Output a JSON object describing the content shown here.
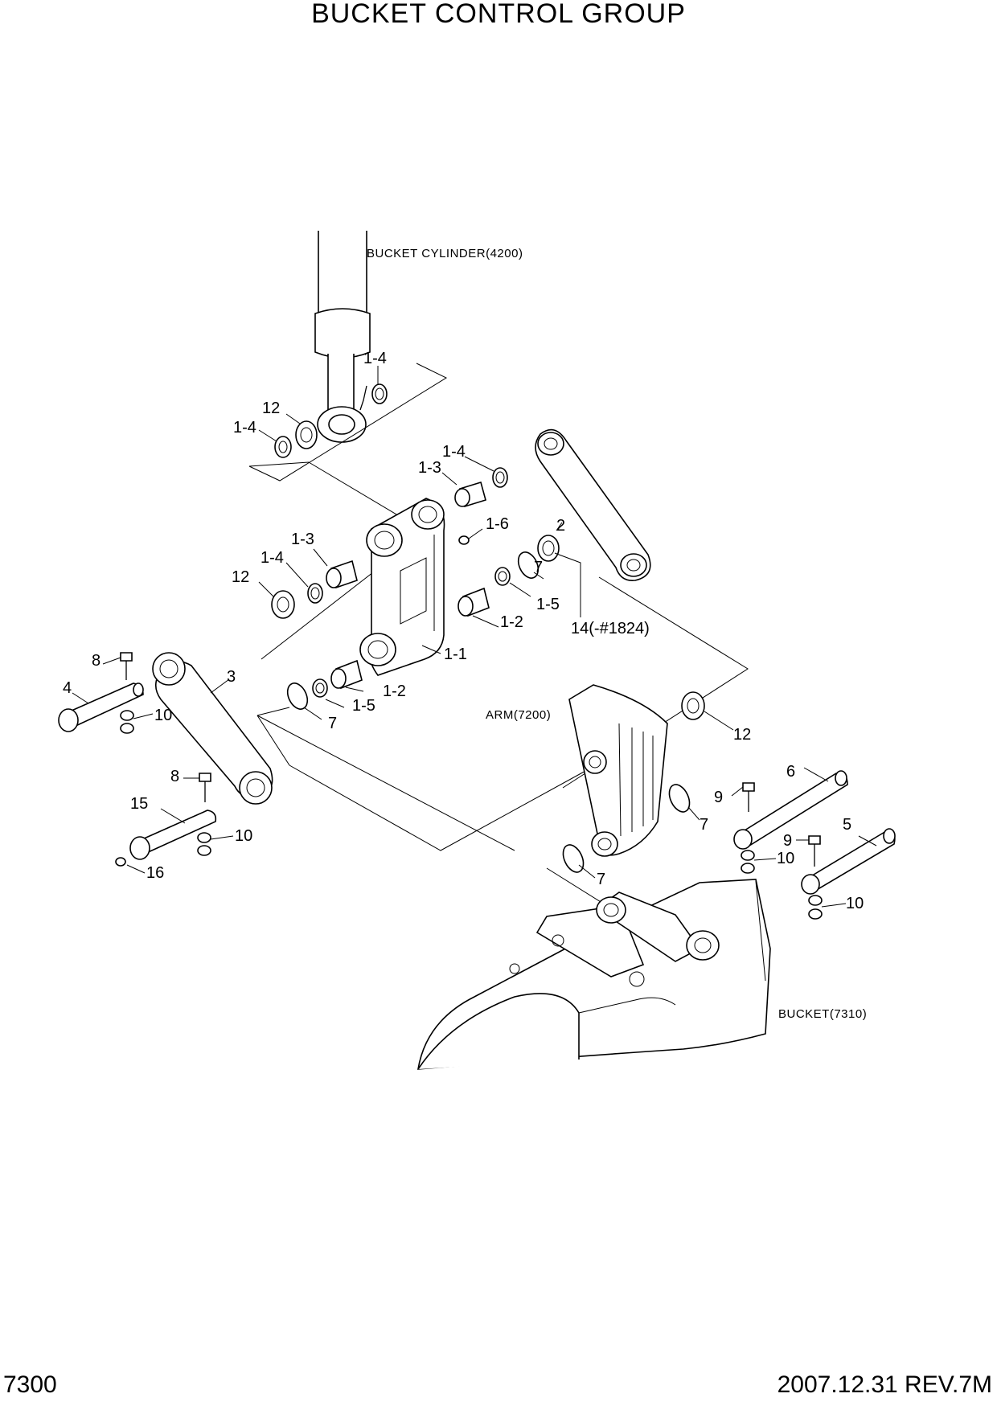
{
  "title": "BUCKET CONTROL GROUP",
  "page_number": "7300",
  "revision": "2007.12.31 REV.7M",
  "references": {
    "bucket_cylinder": "BUCKET CYLINDER(4200)",
    "arm": "ARM(7200)",
    "bucket": "BUCKET(7310)"
  },
  "callouts": {
    "c1_4_top": "1-4",
    "c12_top": "12",
    "c1_4_left_top": "1-4",
    "c1_4_mid": "1-4",
    "c1_3_mid": "1-3",
    "c1_6": "1-6",
    "c2": "2",
    "c1_3_left": "1-3",
    "c1_4_left": "1-4",
    "c12_left": "12",
    "c7_a": "7",
    "c1_5_a": "1-5",
    "c1_2_a": "1-2",
    "c14": "14(-#1824)",
    "c1_1": "1-1",
    "c8_a": "8",
    "c3": "3",
    "c4": "4",
    "c10_a": "10",
    "c1_2_b": "1-2",
    "c1_5_b": "1-5",
    "c7_b": "7",
    "c12_right": "12",
    "c8_b": "8",
    "c15": "15",
    "c10_b": "10",
    "c16": "16",
    "c6": "6",
    "c9_a": "9",
    "c7_c": "7",
    "c5": "5",
    "c9_b": "9",
    "c10_c": "10",
    "c7_d": "7",
    "c10_d": "10"
  }
}
